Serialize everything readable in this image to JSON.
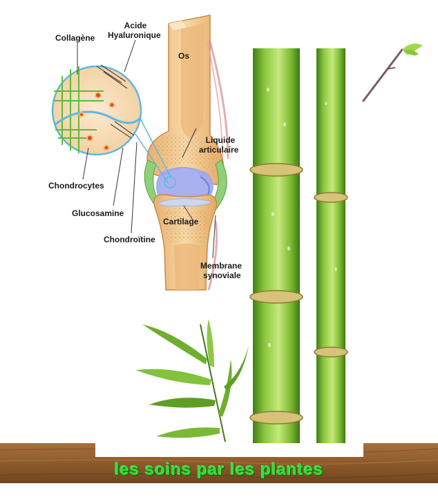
{
  "diagram": {
    "labels": {
      "collagene": "Collagène",
      "acide": "Acide",
      "hyaluronique": "Hyaluronique",
      "os": "Os",
      "liquide": "Liquide",
      "articulaire": "articulaire",
      "chondrocytes": "Chondrocytes",
      "glucosamine": "Glucosamine",
      "cartilage": "Cartilage",
      "chondroitine": "Chondroïtine",
      "membrane": "Membrane",
      "synoviale": "synoviale"
    }
  },
  "caption": {
    "text": "les soins par les plantes"
  },
  "colors": {
    "bamboo": "#8cc63f",
    "bamboo_dark": "#4f8f1f",
    "bone": "#f3c98e",
    "cartilage": "#c9d8ef",
    "synovial": "#7f8fe6",
    "wood": "#8b5a2b",
    "caption_green": "#35e03a"
  }
}
